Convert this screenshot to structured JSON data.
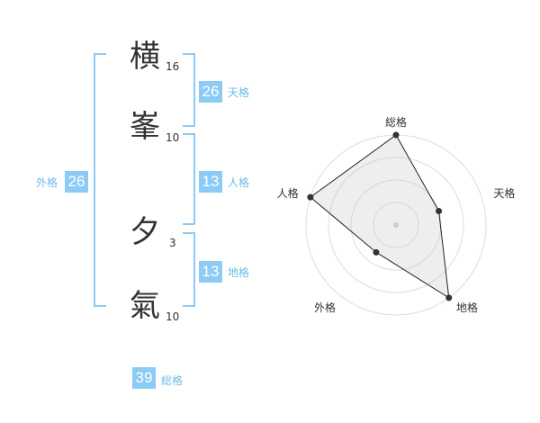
{
  "name_chars": [
    {
      "char": "横",
      "strokes": "16"
    },
    {
      "char": "峯",
      "strokes": "10"
    },
    {
      "char": "夕",
      "strokes": "3"
    },
    {
      "char": "氣",
      "strokes": "10"
    }
  ],
  "fortunes": {
    "tenkaku": {
      "value": "26",
      "label": "天格"
    },
    "jinkaku": {
      "value": "13",
      "label": "人格"
    },
    "chikaku": {
      "value": "13",
      "label": "地格"
    },
    "gaikaku": {
      "value": "26",
      "label": "外格"
    },
    "soukaku": {
      "value": "39",
      "label": "総格"
    }
  },
  "colors": {
    "accent": "#8ccbf5",
    "label": "#6bbbe7"
  },
  "chart_data": {
    "type": "radar",
    "axes": [
      "総格",
      "天格",
      "地格",
      "外格",
      "人格"
    ],
    "values": [
      4,
      2,
      4,
      1.5,
      4
    ],
    "max": 4,
    "rings": 4
  }
}
